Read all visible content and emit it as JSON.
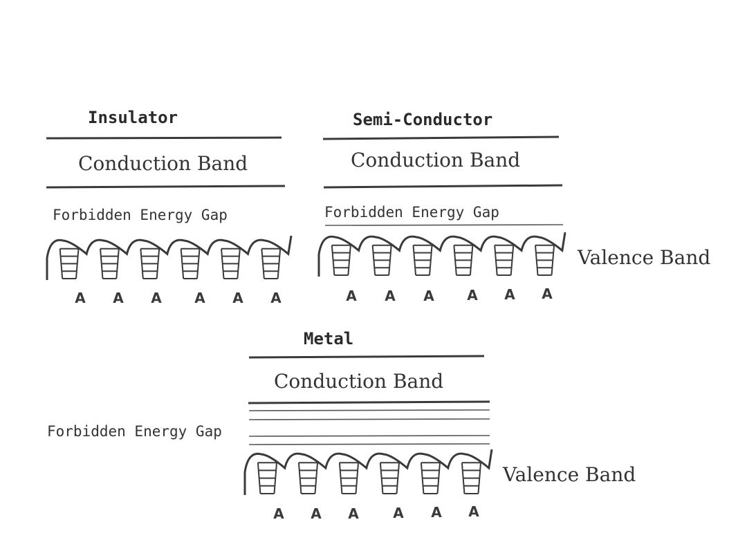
{
  "panels": [
    {
      "id": "insulator",
      "title": "Insulator",
      "conduction_label": "Conduction Band",
      "gap_label": "Forbidden Energy Gap",
      "valence_label": "",
      "atoms": [
        "A",
        "A",
        "A",
        "A",
        "A",
        "A"
      ]
    },
    {
      "id": "semiconductor",
      "title": "Semi-Conductor",
      "conduction_label": "Conduction Band",
      "gap_label": "Forbidden Energy Gap",
      "valence_label": "Valence Band",
      "atoms": [
        "A",
        "A",
        "A",
        "A",
        "A",
        "A"
      ]
    },
    {
      "id": "metal",
      "title": "Metal",
      "conduction_label": "Conduction Band",
      "gap_label": "Forbidden Energy Gap",
      "valence_label": "Valence Band",
      "atoms": [
        "A",
        "A",
        "A",
        "A",
        "A",
        "A"
      ]
    }
  ]
}
